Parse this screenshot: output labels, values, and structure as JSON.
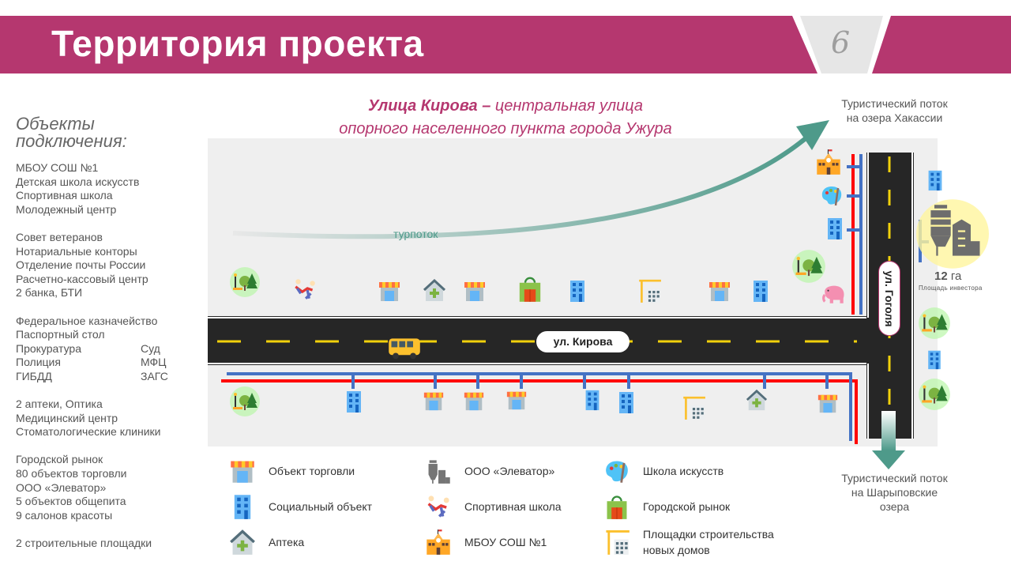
{
  "header": {
    "title": "Территория проекта",
    "page_number": "6",
    "accent": "#B5376F"
  },
  "left_panel": {
    "heading": [
      "Объекты",
      "подключения:"
    ],
    "groups": [
      [
        "МБОУ СОШ №1",
        "Детская школа искусств",
        "Спортивная школа",
        "Молодежный центр"
      ],
      [
        "Совет ветеранов",
        "Нотариальные конторы",
        "Отделение почты России",
        "Расчетно-кассовый центр",
        "2 банка, БТИ"
      ],
      [
        "Федеральное казначейство",
        "Паспортный стол"
      ],
      [
        "2 аптеки, Оптика",
        "Медицинский центр",
        "Стоматологические клиники"
      ],
      [
        "Городской рынок",
        "80 объектов торговли",
        "ООО «Элеватор»",
        "5 объектов общепита",
        "9 салонов красоты"
      ],
      [
        "2 строительные площадки"
      ]
    ],
    "pairs": [
      [
        "Прокуратура",
        "Суд"
      ],
      [
        "Полиция",
        "МФЦ"
      ],
      [
        "ГИБДД",
        "ЗАГС"
      ]
    ]
  },
  "subtitle": {
    "bold": "Улица Кирова –",
    "rest1": " центральная улица",
    "line2": "опорного населенного пункта города Ужура"
  },
  "map": {
    "flow_label": "турпоток",
    "street_main": "ул. Кирова",
    "street_side": "ул. Гоголя",
    "area_value": "12",
    "area_unit": "га",
    "area_label": "Площадь инвестора",
    "tour_top": [
      "Туристический поток",
      "на озера Хакассии"
    ],
    "tour_bottom": [
      "Туристический поток",
      "на Шарыповские",
      "озера"
    ],
    "colors": {
      "flow": "#4E9A8A",
      "pipe_red": "#ff0000",
      "pipe_blue": "#4472C4",
      "road": "#262626",
      "dash": "#f2d10b"
    }
  },
  "legend": [
    {
      "icon": "shop",
      "label": "Объект торговли"
    },
    {
      "icon": "elevator",
      "label": "ООО «Элеватор»"
    },
    {
      "icon": "art",
      "label": "Школа искусств"
    },
    {
      "icon": "social",
      "label": "Социальный объект"
    },
    {
      "icon": "sport",
      "label": "Спортивная школа"
    },
    {
      "icon": "market",
      "label": "Городской рынок"
    },
    {
      "icon": "pharmacy",
      "label": "Аптека"
    },
    {
      "icon": "school",
      "label": "МБОУ СОШ №1"
    },
    {
      "icon": "construction",
      "label": "Площадки строительства новых домов"
    }
  ]
}
